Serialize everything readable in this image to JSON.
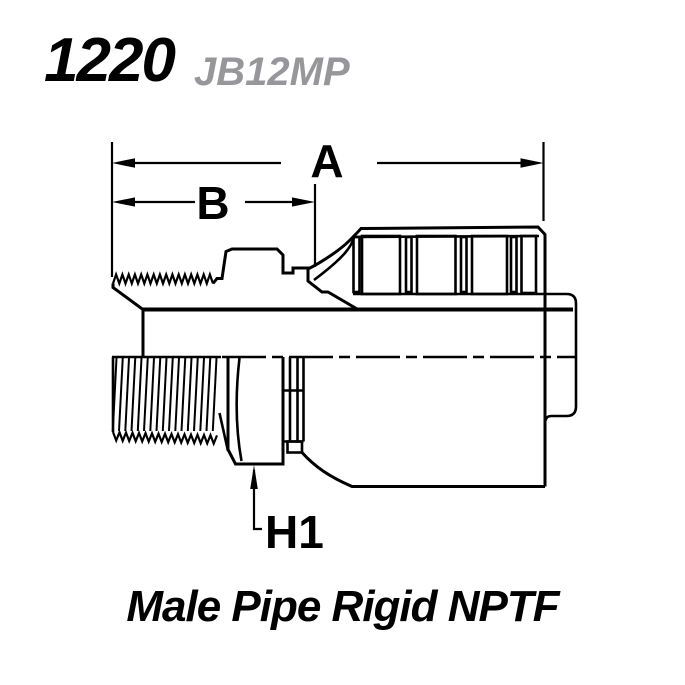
{
  "header": {
    "series_number": "1220",
    "part_number": "JB12MP"
  },
  "figure": {
    "dim_a_label": "A",
    "dim_b_label": "B",
    "dim_h1_label": "H1"
  },
  "caption": {
    "text": "Male Pipe Rigid NPTF"
  },
  "colors": {
    "line": "#000000",
    "part_number_gray": "#97979b",
    "background": "#ffffff"
  }
}
